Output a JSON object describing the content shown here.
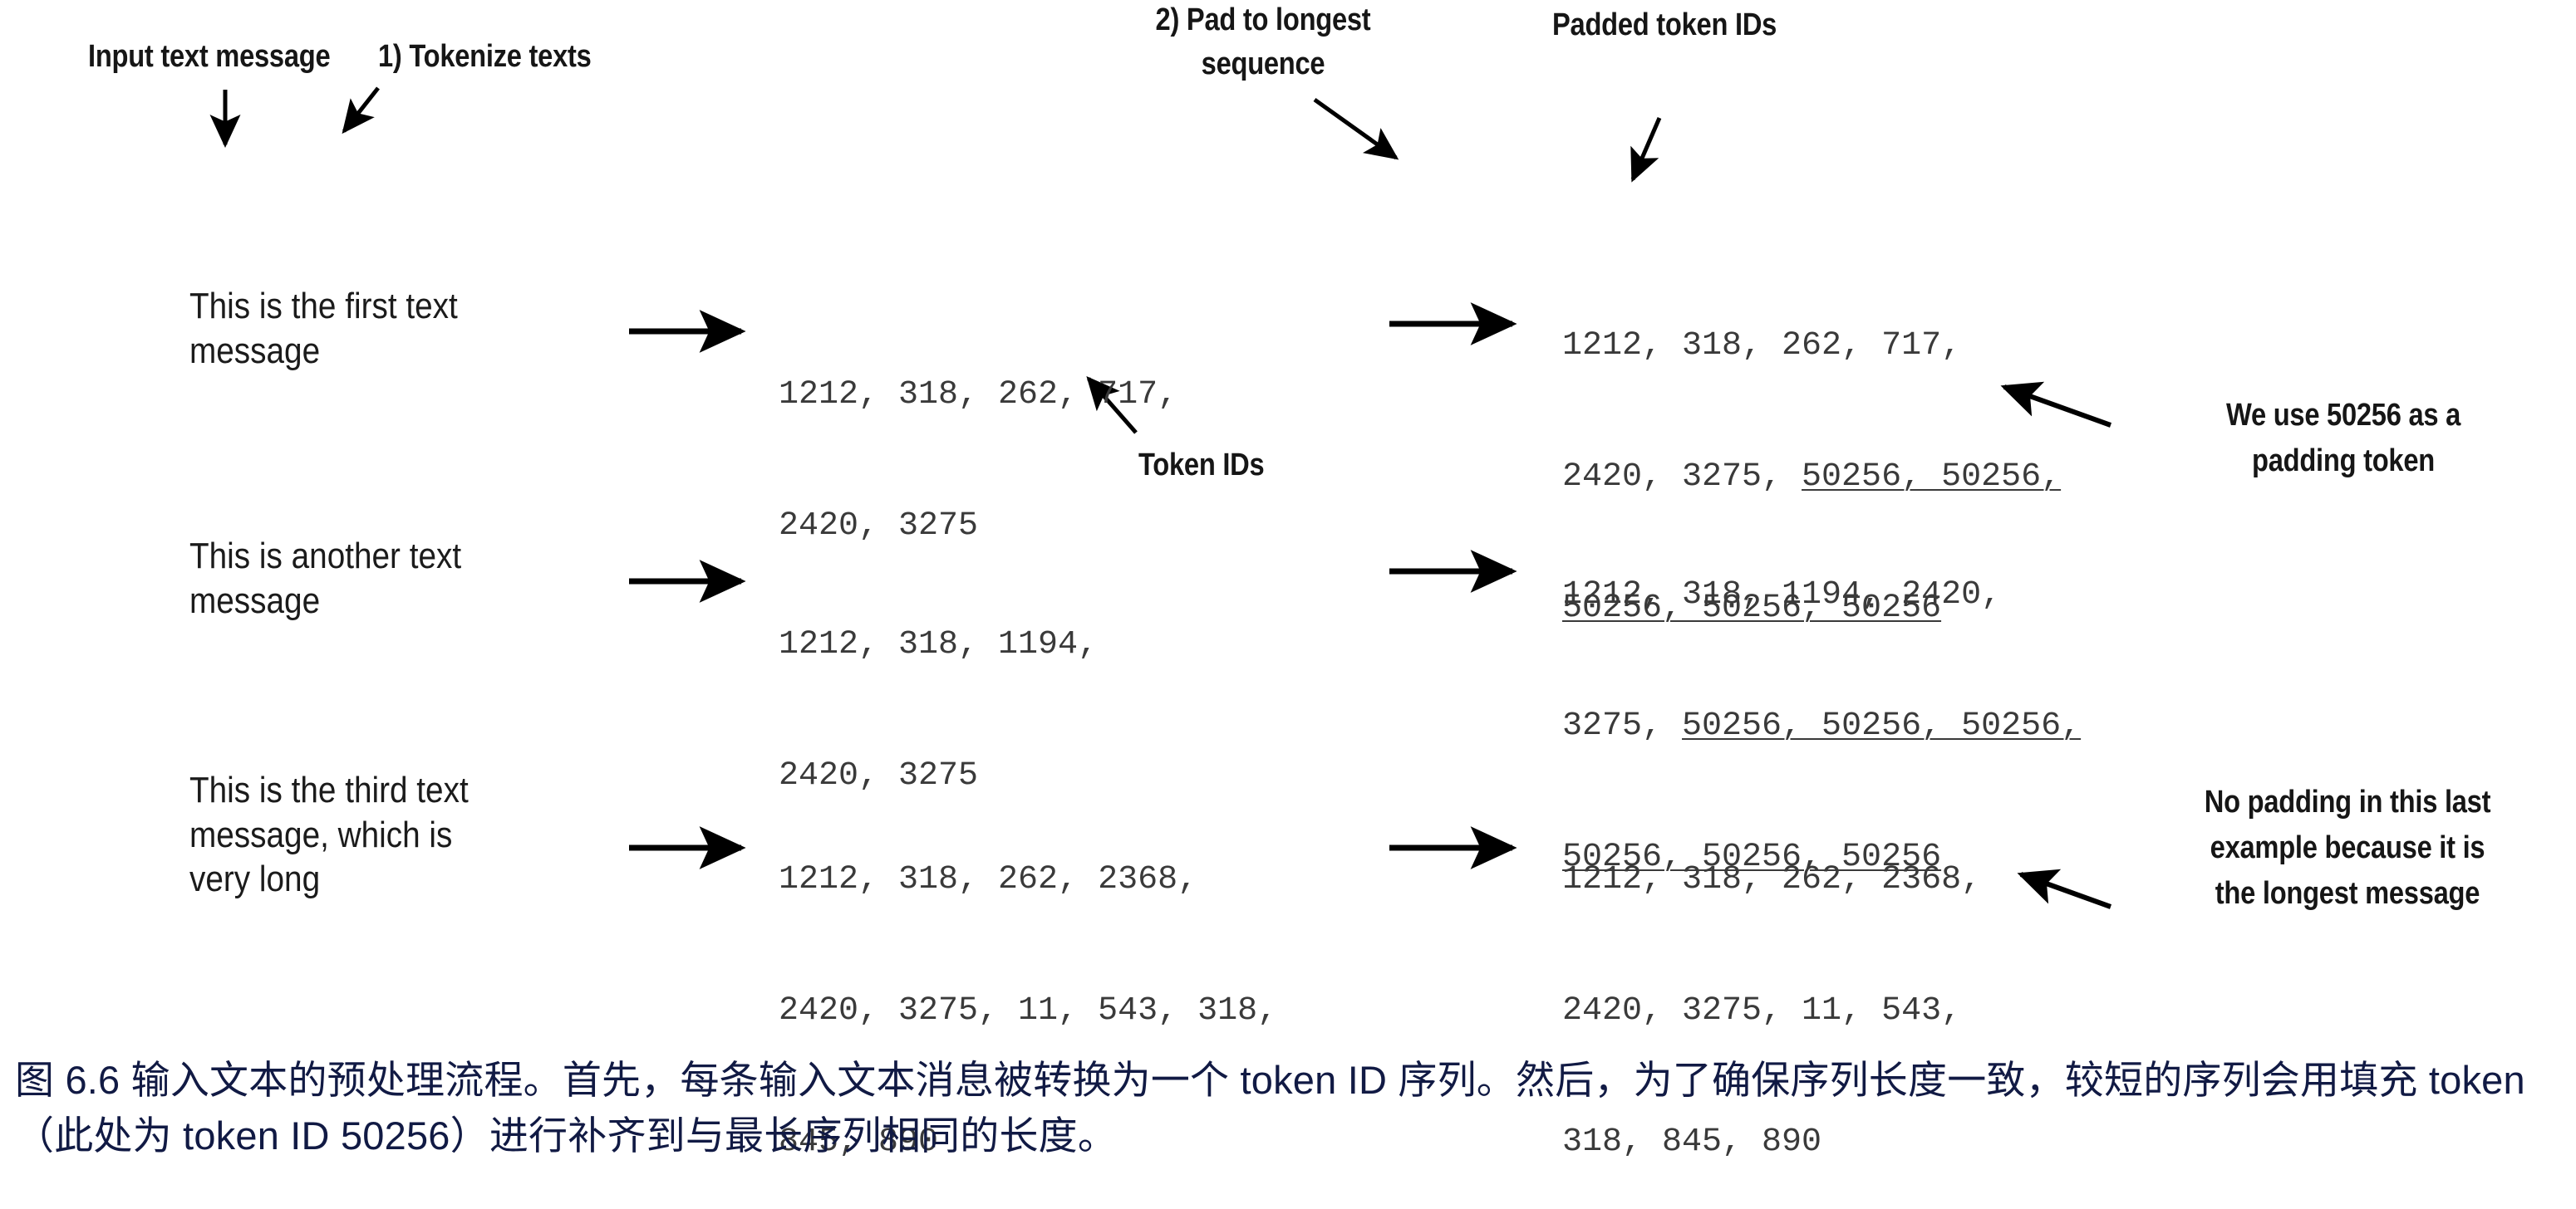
{
  "figure": {
    "annotations": {
      "input_text_message": "Input text message",
      "tokenize_texts": "1) Tokenize texts",
      "pad_to_longest_line1": "2) Pad to longest",
      "pad_to_longest_line2": "sequence",
      "padded_token_ids": "Padded token IDs",
      "token_ids": "Token IDs",
      "padding_note_line1": "We use 50256 as a",
      "padding_note_line2": "padding token",
      "no_padding_note_line1": "No padding in this last",
      "no_padding_note_line2": "example because it is",
      "no_padding_note_line3": "the longest message"
    },
    "rows": [
      {
        "message_lines": [
          "This is the first text",
          "message"
        ],
        "token_ids_lines": [
          "1212, 318, 262, 717,",
          "2420, 3275"
        ],
        "padded_lines": [
          [
            {
              "t": "1212, 318, 262, 717,",
              "pad": false
            }
          ],
          [
            {
              "t": "2420, 3275, ",
              "pad": false
            },
            {
              "t": "50256, 50256,",
              "pad": true
            }
          ],
          [
            {
              "t": "50256, 50256, 50256",
              "pad": true
            }
          ]
        ]
      },
      {
        "message_lines": [
          "This is another text",
          "message"
        ],
        "token_ids_lines": [
          "1212, 318, 1194,",
          "2420, 3275"
        ],
        "padded_lines": [
          [
            {
              "t": "1212, 318, 1194, 2420,",
              "pad": false
            }
          ],
          [
            {
              "t": "3275, ",
              "pad": false
            },
            {
              "t": "50256, 50256, 50256,",
              "pad": true
            }
          ],
          [
            {
              "t": "50256, 50256, 50256",
              "pad": true
            }
          ]
        ]
      },
      {
        "message_lines": [
          "This is the third text",
          "message, which is",
          "very long"
        ],
        "token_ids_lines": [
          "1212, 318, 262, 2368,",
          "2420, 3275, 11, 543, 318,",
          "845, 890"
        ],
        "padded_lines": [
          [
            {
              "t": "1212, 318, 262, 2368,",
              "pad": false
            }
          ],
          [
            {
              "t": "2420, 3275, 11, 543,",
              "pad": false
            }
          ],
          [
            {
              "t": "318, 845, 890",
              "pad": false
            }
          ]
        ]
      }
    ],
    "padding_token_id": "50256",
    "caption": "图 6.6 输入文本的预处理流程。首先，每条输入文本消息被转换为一个 token ID 序列。然后，为了确保序列长度一致，较短的序列会用填充 token（此处为 token ID 50256）进行补齐到与最长序列相同的长度。",
    "colors": {
      "annotation": "#161616",
      "message": "#1b1b1b",
      "token": "#3a3a3a",
      "caption": "#111a44",
      "arrow": "#000000",
      "background": "#ffffff"
    }
  }
}
